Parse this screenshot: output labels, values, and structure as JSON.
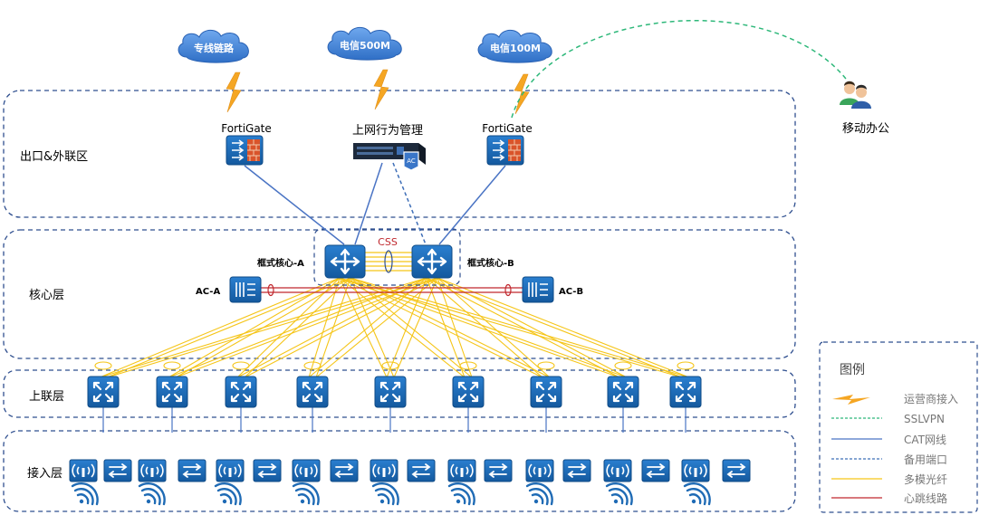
{
  "isps": [
    {
      "label": "专线链路"
    },
    {
      "label": "电信500M"
    },
    {
      "label": "电信100M"
    }
  ],
  "zones": {
    "egress": "出口&外联区",
    "core": "核心层",
    "uplink": "上联层",
    "access": "接入层"
  },
  "egress_devices": {
    "fw1": "FortiGate",
    "behavior": "上网行为管理",
    "behavior_badge": "AC",
    "fw2": "FortiGate"
  },
  "core": {
    "css_label": "CSS",
    "switch_a": "框式核心-A",
    "switch_b": "框式核心-B",
    "ac_a": "AC-A",
    "ac_b": "AC-B"
  },
  "mobile": {
    "label": "移动办公"
  },
  "uplink_switch_count": 9,
  "access_group_count": 9,
  "legend": {
    "title": "图例",
    "items": [
      {
        "label": "运营商接入",
        "kind": "bolt",
        "color": "#f5a623"
      },
      {
        "label": "SSLVPN",
        "kind": "dashed",
        "color": "#2eb87a"
      },
      {
        "label": "CAT网线",
        "kind": "solid",
        "color": "#4a74c4"
      },
      {
        "label": "备用端口",
        "kind": "dashed",
        "color": "#3f6fb8"
      },
      {
        "label": "多模光纤",
        "kind": "solid",
        "color": "#f5c518"
      },
      {
        "label": "心跳线路",
        "kind": "solid",
        "color": "#c0272d"
      }
    ]
  },
  "colors": {
    "zone_border": "#2f4f8f",
    "device_blue": "#1f6bb5",
    "cat": "#4a74c4",
    "fiber": "#f5c518",
    "heartbeat": "#c0272d",
    "vpn": "#2eb87a",
    "cloud": "#4a86d8"
  }
}
